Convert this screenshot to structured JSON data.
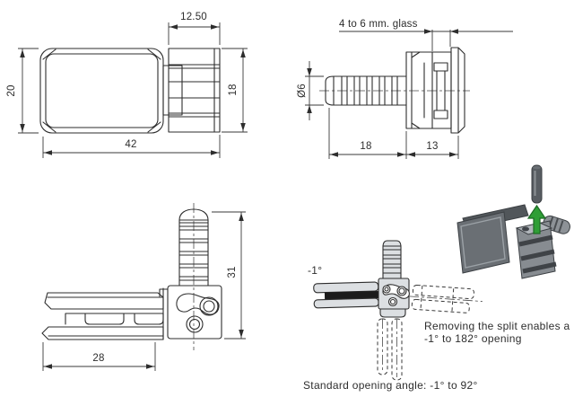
{
  "colors": {
    "background": "#ffffff",
    "line": "#2d2d2d",
    "arrow_green": "#2f9e36",
    "arrow_green_outline": "#1d6b24",
    "render_gray": "#878c91",
    "render_dark_gray": "#53575b",
    "glass_black": "#1b1b1b"
  },
  "plan_view": {
    "dim_knuckle_width": "12.50",
    "dim_body_height": "20",
    "dim_total_length": "42",
    "dim_knuckle_height": "18"
  },
  "side_view": {
    "glass_range_label": "4 to 6 mm. glass",
    "pin_diameter": "Ø6",
    "dim_pin_length": "18",
    "dim_body_depth": "13"
  },
  "front_view": {
    "dim_clamp_width": "28",
    "dim_total_height": "31"
  },
  "angle_view": {
    "closed_angle": "-1°",
    "split_note_line1": "Removing the split enables a",
    "split_note_line2": "-1° to 182° opening",
    "standard_note": "Standard opening angle: -1° to 92°"
  }
}
